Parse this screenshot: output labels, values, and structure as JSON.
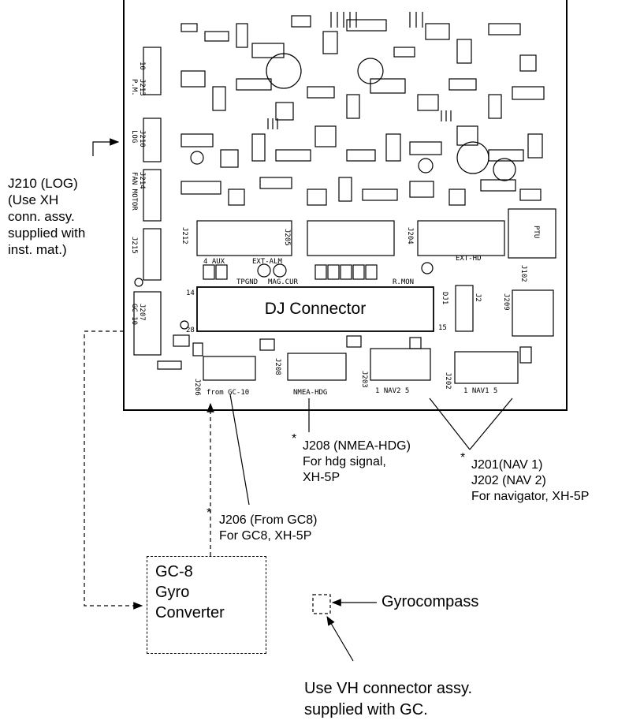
{
  "pcb": {
    "dj_connector": "DJ Connector",
    "silk": {
      "j213": "J213",
      "pm": "P.M.",
      "j210": "J210",
      "log": "LOG",
      "j214": "J214",
      "fan_motor": "FAN MOTOR",
      "j215": "J215",
      "j207": "J207",
      "gc10": "GC-10",
      "aux": "4 AUX",
      "ext_alm": "EXT-ALM",
      "tpgnd": "TPGND",
      "mag_cur": "MAG.CUR",
      "r_mon": "R.MON",
      "ext_hd": "EXT-HD",
      "ptu": "PTU",
      "j102": "J102",
      "j209": "J209",
      "j2": "J2",
      "dj1": "DJ1",
      "j206": "J206",
      "from_gc10": "from GC-10",
      "j208": "J208",
      "nmea_hdg": "NMEA-HDG",
      "j203": "J203",
      "nav2": "1 NAV2 5",
      "j202": "J202",
      "nav1": "1 NAV1 5",
      "j212": "J212",
      "j205": "J205",
      "j204": "J204",
      "pin14": "14",
      "pin28": "28",
      "pin15": "15",
      "pin10": "10"
    }
  },
  "labels": {
    "j210": [
      "J210 (LOG)",
      "(Use XH",
      "conn. assy.",
      "supplied with",
      "inst. mat.)"
    ],
    "j208": [
      "J208 (NMEA-HDG)",
      "For hdg signal,",
      "XH-5P"
    ],
    "j201": [
      "J201(NAV 1)",
      "J202 (NAV 2)",
      "For navigator, XH-5P"
    ],
    "j206": [
      "J206 (From GC8)",
      "For GC8, XH-5P"
    ],
    "star": "*",
    "gyrocompass": "Gyrocompass",
    "vh_note": [
      "Use VH connector assy.",
      "supplied with GC."
    ]
  },
  "converter": {
    "lines": [
      "GC-8",
      "Gyro",
      "Converter"
    ]
  }
}
